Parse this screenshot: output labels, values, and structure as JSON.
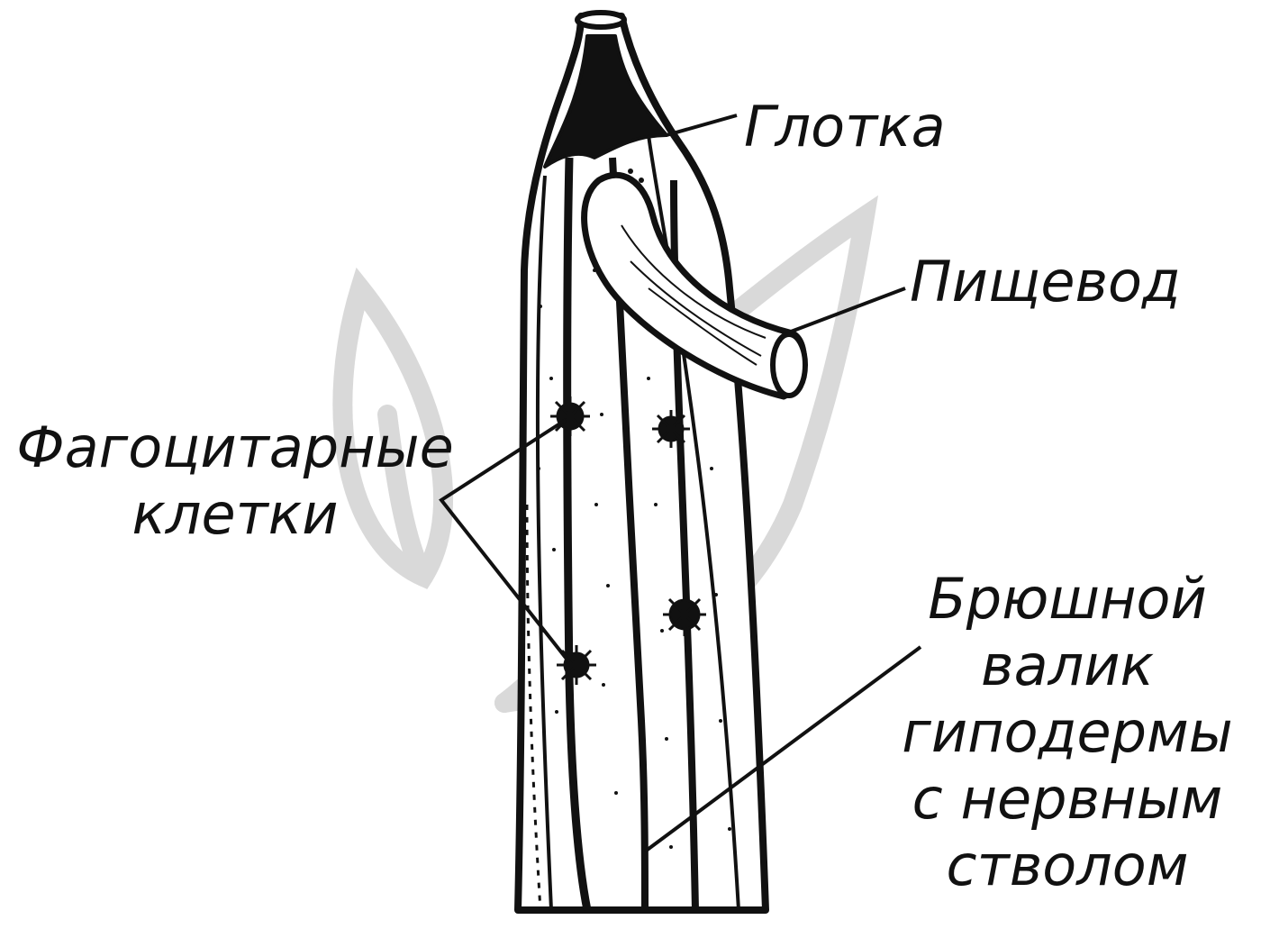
{
  "labels": {
    "pharynx": "Глотка",
    "esophagus": "Пищевод",
    "phagocytic_line1": "Фагоцитарные",
    "phagocytic_line2": "клетки",
    "ridge_line1": "Брюшной",
    "ridge_line2": "валик",
    "ridge_line3": "гиподермы",
    "ridge_line4": "с нервным",
    "ridge_line5": "стволом"
  },
  "colors": {
    "ink": "#111111",
    "paper": "#ffffff",
    "watermark": "#d9d9d9"
  }
}
